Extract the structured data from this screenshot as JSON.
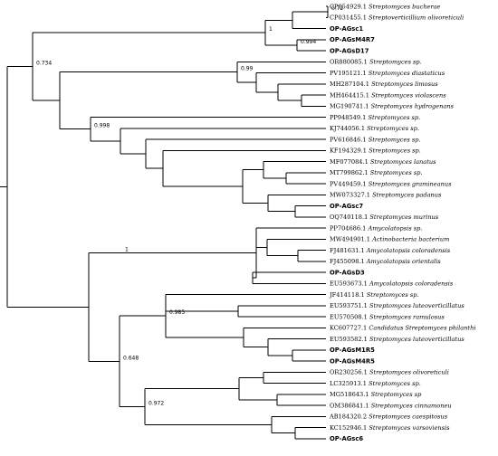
{
  "taxa": [
    {
      "accession": "CP054929.1",
      "name": "Streptomyces bucherae",
      "bold": false
    },
    {
      "accession": "CP031455.1",
      "name": "Streptoverticillium olivoreticuli",
      "bold": false
    },
    {
      "accession": "",
      "name": "OP-AGsc1",
      "bold": true
    },
    {
      "accession": "",
      "name": "OP-AGsM4R7",
      "bold": true
    },
    {
      "accession": "",
      "name": "OP-AGsD17",
      "bold": true
    },
    {
      "accession": "OR880085.1",
      "name": "Streptomyces sp.",
      "bold": false
    },
    {
      "accession": "PV195121.1",
      "name": "Streptomyces diastaticus",
      "bold": false
    },
    {
      "accession": "MH287104.1",
      "name": "Streptomyces limosus",
      "bold": false
    },
    {
      "accession": "MH464415.1",
      "name": "Streptomyces violascens",
      "bold": false
    },
    {
      "accession": "MG190741.1",
      "name": "Streptomyces hydrogenans",
      "bold": false
    },
    {
      "accession": "PP948549.1",
      "name": "Streptomyces sp.",
      "bold": false
    },
    {
      "accession": "KJ744056.1",
      "name": "Streptomyces sp.",
      "bold": false
    },
    {
      "accession": "PV616846.1",
      "name": "Streptomyces sp.",
      "bold": false
    },
    {
      "accession": "KF194329.1",
      "name": "Streptomyces sp.",
      "bold": false
    },
    {
      "accession": "MF077084.1",
      "name": "Streptomyces lanatus",
      "bold": false
    },
    {
      "accession": "MT799862.1",
      "name": "Streptomyces sp.",
      "bold": false
    },
    {
      "accession": "PV449459.1",
      "name": "Streptomyces gramineanus",
      "bold": false
    },
    {
      "accession": "MW073327.1",
      "name": "Streptomyces padanus",
      "bold": false
    },
    {
      "accession": "",
      "name": "OP-AGsc7",
      "bold": true
    },
    {
      "accession": "OQ740118.1",
      "name": "Streptomyces murinus",
      "bold": false
    },
    {
      "accession": "PP704686.1",
      "name": "Amycolatopsis sp.",
      "bold": false
    },
    {
      "accession": "MW494901.1",
      "name": "Actinobacteria bacterium",
      "bold": false
    },
    {
      "accession": "FJ481631.1",
      "name": "Amycolatopsis coloradensis",
      "bold": false
    },
    {
      "accession": "FJ455098.1",
      "name": "Amycolatopsis orientalis",
      "bold": false
    },
    {
      "accession": "",
      "name": "OP-AGsD3",
      "bold": true
    },
    {
      "accession": "EU593673.1",
      "name": "Amycolatopsis coloradensis",
      "bold": false
    },
    {
      "accession": "JF414118.1",
      "name": "Streptomyces sp.",
      "bold": false
    },
    {
      "accession": "EU593751.1",
      "name": "Streptomyces luteoverticillatus",
      "bold": false
    },
    {
      "accession": "EU570508.1",
      "name": "Streptomyces ramulosus",
      "bold": false
    },
    {
      "accession": "KC607727.1",
      "name": "Candidatus Streptomyces philanthi",
      "bold": false
    },
    {
      "accession": "EU593582.1",
      "name": "Streptomyces luteoverticillatus",
      "bold": false
    },
    {
      "accession": "",
      "name": "OP-AGsM1R5",
      "bold": true
    },
    {
      "accession": "",
      "name": "OP-AGsM4R5",
      "bold": true
    },
    {
      "accession": "OR230256.1",
      "name": "Streptomyces olivoreticuli",
      "bold": false
    },
    {
      "accession": "LC325913.1",
      "name": "Streptomyces sp.",
      "bold": false
    },
    {
      "accession": "MG518643.1",
      "name": "Streptomyces sp",
      "bold": false
    },
    {
      "accession": "OM386841.1",
      "name": "Streptomyces cinnamoneu",
      "bold": false
    },
    {
      "accession": "AB184320.2",
      "name": "Streptomyces caespitosus",
      "bold": false
    },
    {
      "accession": "KC152946.1",
      "name": "Streptomyces varsoviensis",
      "bold": false
    },
    {
      "accession": "",
      "name": "OP-AGsc6",
      "bold": true
    }
  ],
  "support_values": [
    {
      "id": "n_top",
      "value": "1"
    },
    {
      "id": "n_pair1",
      "value": "0.72"
    },
    {
      "id": "n_pair2",
      "value": "0.994"
    },
    {
      "id": "n_left_upper",
      "value": "0.734"
    },
    {
      "id": "n_diast",
      "value": "0.99"
    },
    {
      "id": "n_lower_strep",
      "value": "0.998"
    },
    {
      "id": "n_amy",
      "value": "1"
    },
    {
      "id": "n_bottom",
      "value": "0.648"
    },
    {
      "id": "n_lutea",
      "value": "0.985"
    },
    {
      "id": "n_olivo",
      "value": "0.972"
    }
  ]
}
